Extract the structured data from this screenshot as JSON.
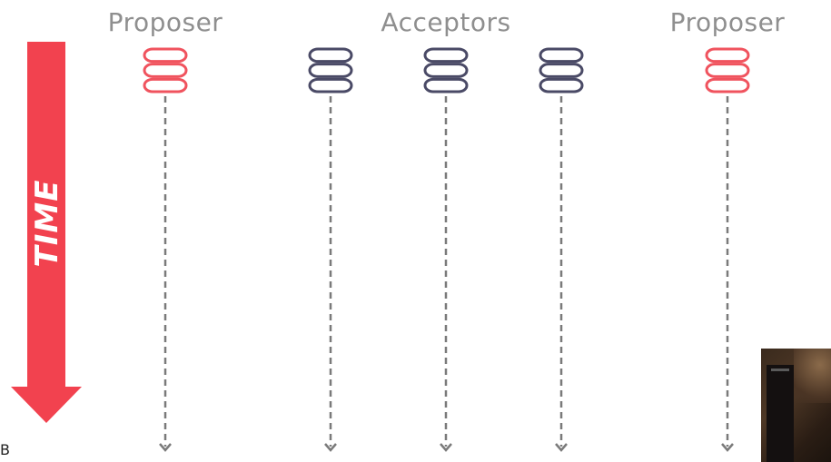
{
  "labels": {
    "proposer_left": "Proposer",
    "acceptors": "Acceptors",
    "proposer_right": "Proposer",
    "time": "TIME",
    "corner_char": "B"
  },
  "nodes": [
    {
      "role": "proposer",
      "color": "#f0535e"
    },
    {
      "role": "acceptor",
      "color": "#4a4a66"
    },
    {
      "role": "acceptor",
      "color": "#4a4a66"
    },
    {
      "role": "acceptor",
      "color": "#4a4a66"
    },
    {
      "role": "proposer",
      "color": "#f0535e"
    }
  ],
  "colors": {
    "time_arrow": "#f2424f",
    "timeline": "#7a7a7a",
    "label_text": "#8f8f8f"
  },
  "icons": {
    "node": "database-icon",
    "timeline_end": "arrow-down-icon"
  }
}
